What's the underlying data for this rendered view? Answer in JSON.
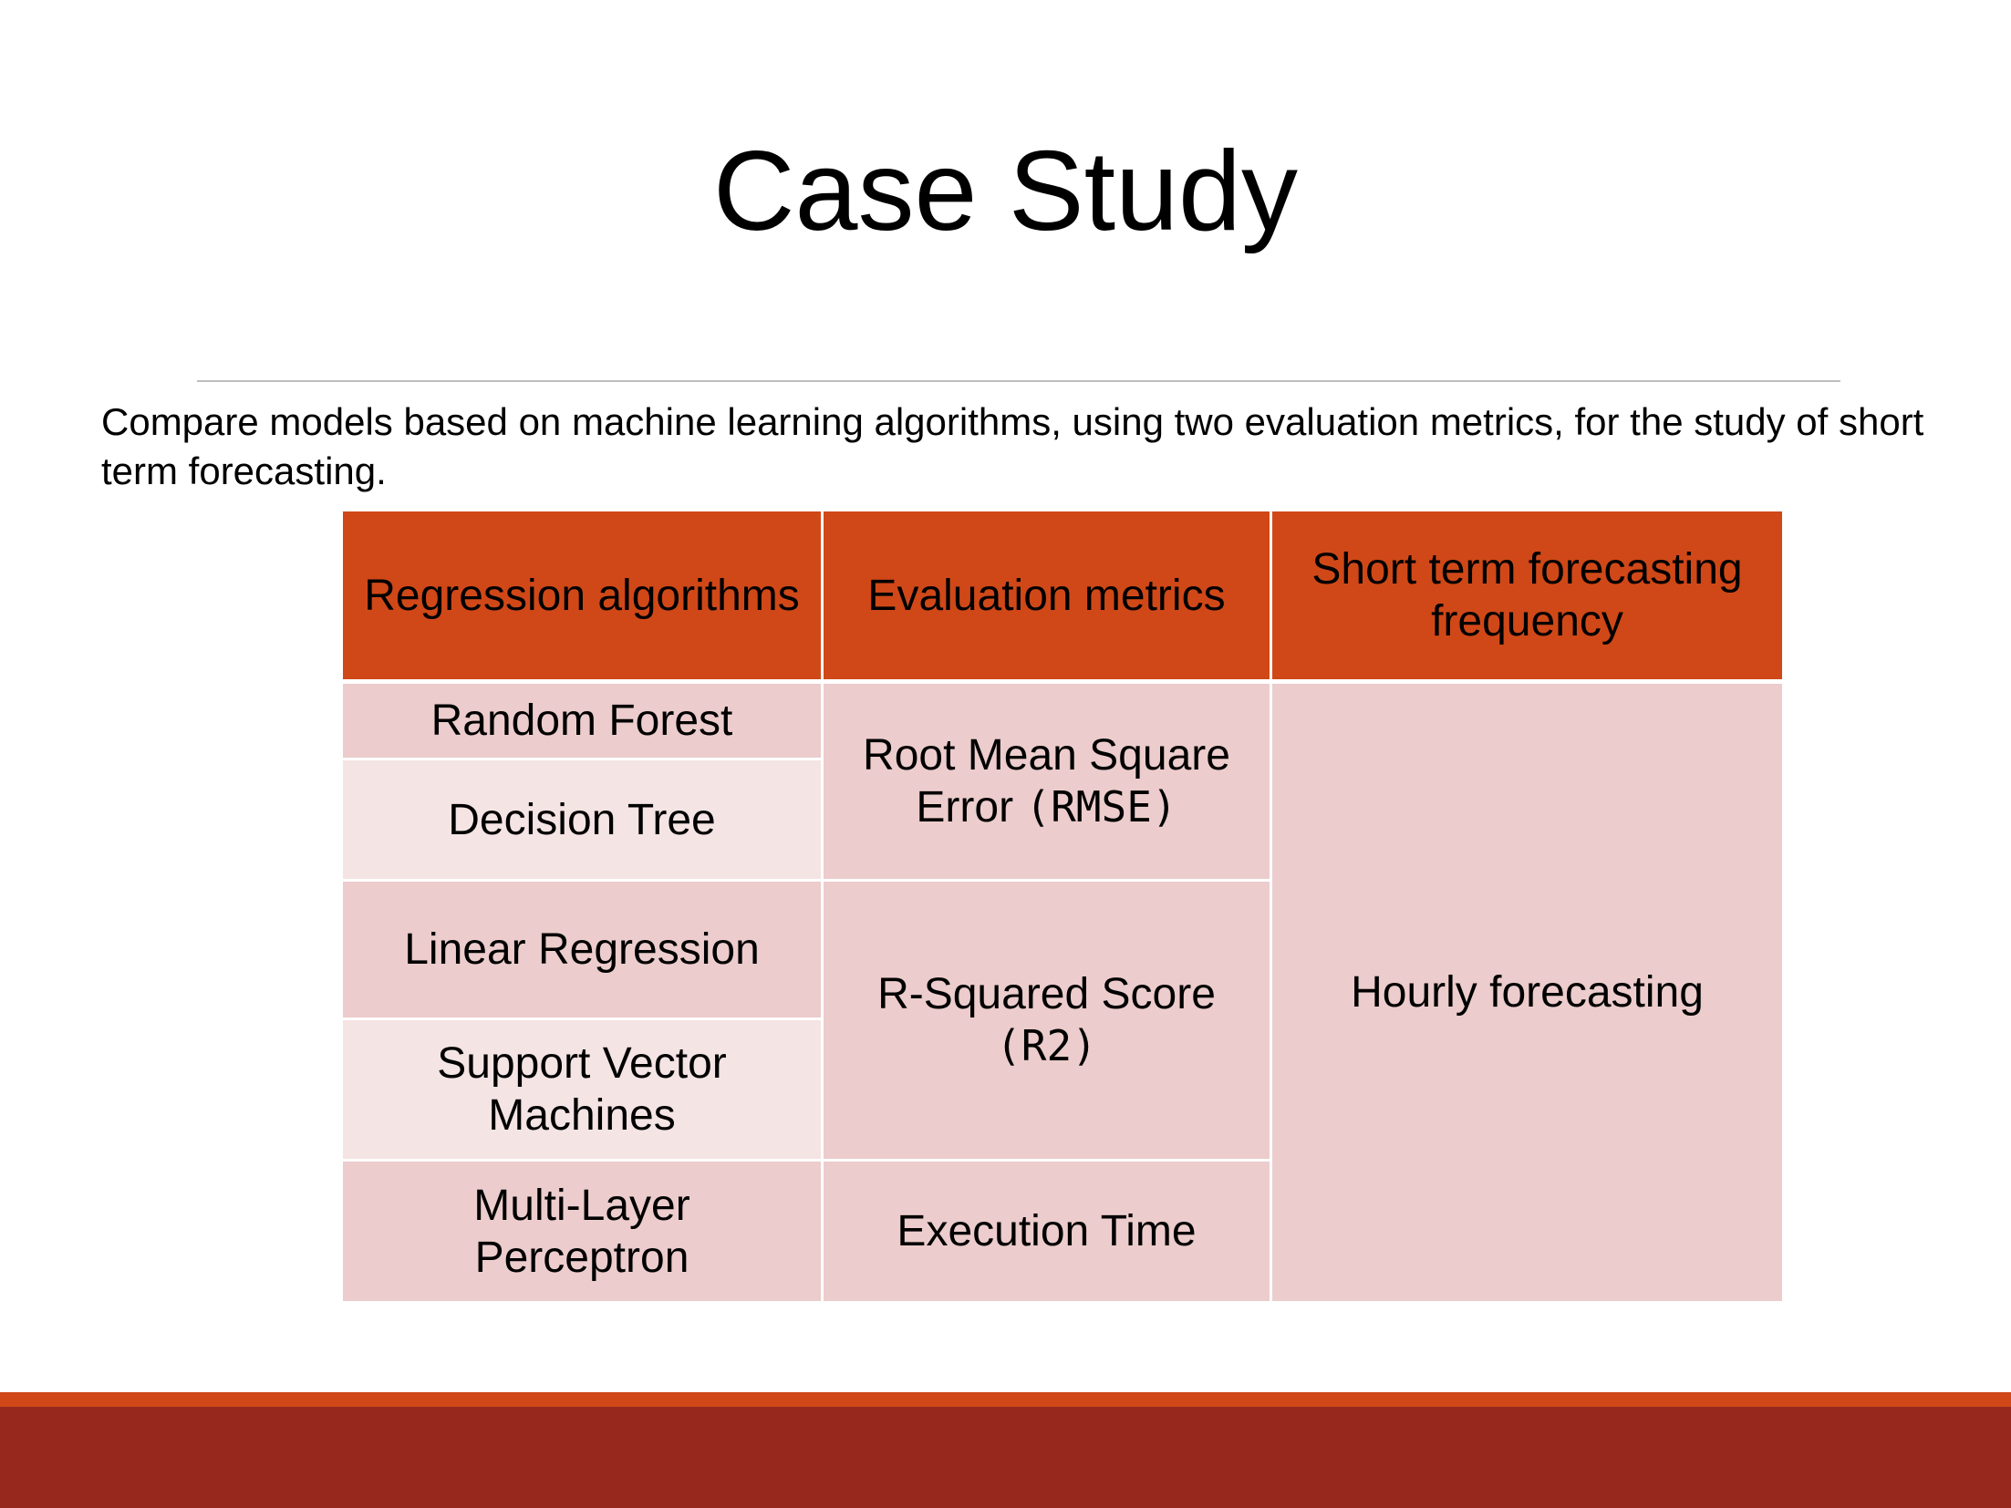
{
  "slide": {
    "title": "Case Study",
    "intro": "Compare models based on machine learning algorithms, using two evaluation metrics, for the study of short term forecasting."
  },
  "table": {
    "headers": [
      "Regression algorithms",
      "Evaluation metrics",
      "Short term forecasting frequency"
    ],
    "algorithms": [
      "Random Forest",
      "Decision Tree",
      "Linear Regression",
      "Support Vector Machines",
      "Multi-Layer Perceptron"
    ],
    "metrics": [
      {
        "name": "Root Mean Square Error",
        "abbr": "(RMSE)"
      },
      {
        "name": "R-Squared Score",
        "abbr": "(R2)"
      },
      {
        "name": "Execution Time",
        "abbr": ""
      }
    ],
    "frequency": "Hourly forecasting"
  },
  "colors": {
    "header": "#d04818",
    "row_dark": "#eccccc",
    "row_light": "#f5e4e4",
    "footer": "#96281d"
  }
}
